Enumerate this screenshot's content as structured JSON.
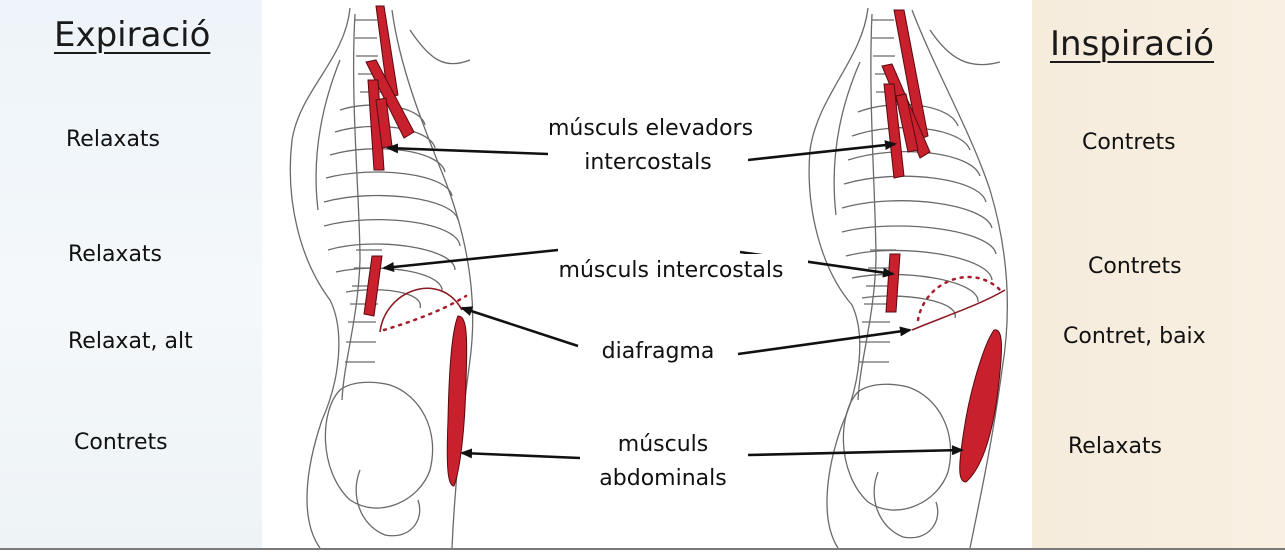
{
  "headings": {
    "left": "Expiració",
    "right": "Inspiració"
  },
  "left_states": {
    "elevators": "Relaxats",
    "intercostals": "Relaxats",
    "diaphragm": "Relaxat, alt",
    "abdominals": "Contrets"
  },
  "right_states": {
    "elevators": "Contrets",
    "intercostals": "Contrets",
    "diaphragm": "Contret, baix",
    "abdominals": "Relaxats"
  },
  "labels": {
    "elevators_line1": "músculs elevadors",
    "elevators_line2": "intercostals",
    "intercostals": "músculs intercostals",
    "diaphragm": "diafragma",
    "abdominals_line1": "músculs",
    "abdominals_line2": "abdominals"
  },
  "colors": {
    "muscle": "#c8202c",
    "outline": "#555555",
    "arrow": "#111111",
    "left_panel": "#eef4f9",
    "right_panel": "#f6ecdc"
  }
}
